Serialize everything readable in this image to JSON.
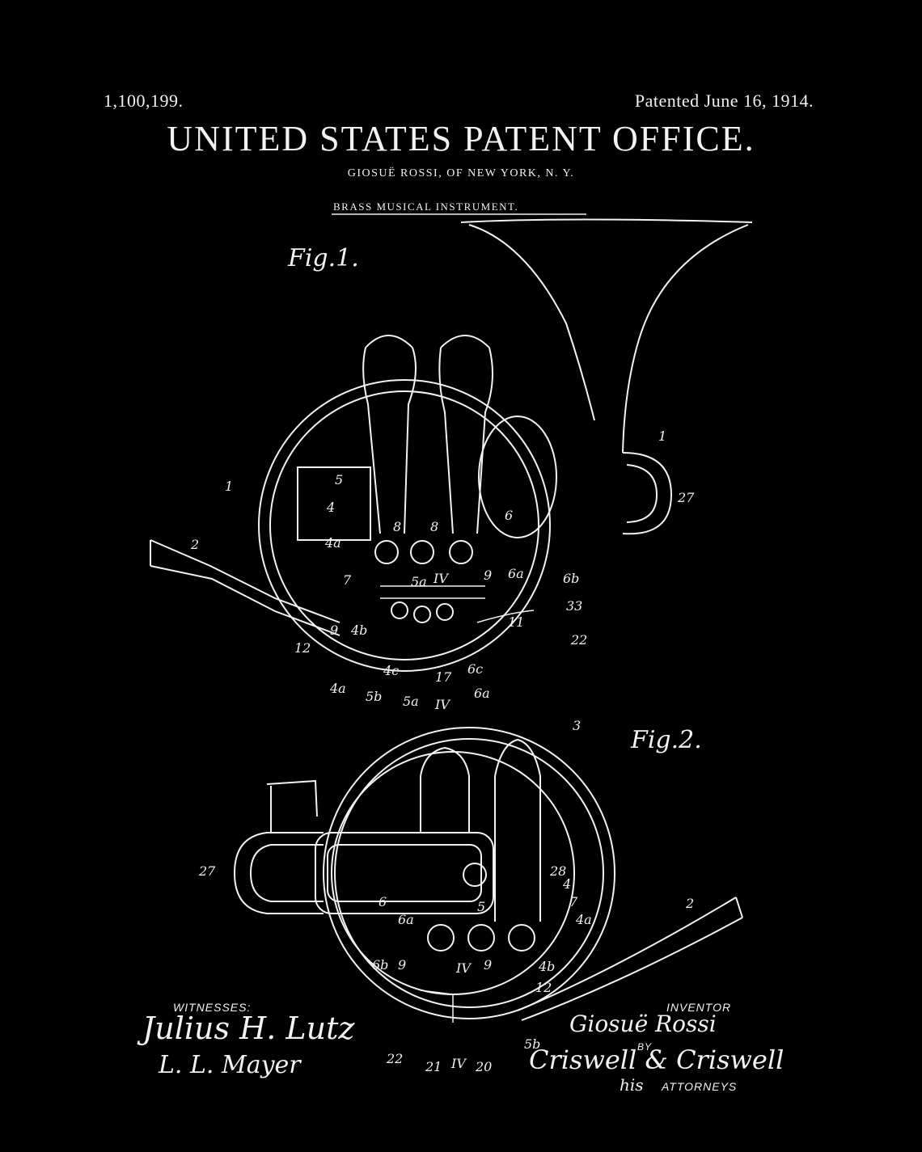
{
  "header": {
    "patent_number": "1,100,199.",
    "patent_date": "Patented June 16, 1914.",
    "office_title": "UNITED STATES PATENT OFFICE.",
    "inventor_line": "GIOSUË ROSSI, OF NEW YORK, N. Y.",
    "invention_title": "BRASS MUSICAL INSTRUMENT."
  },
  "figures": {
    "fig1": "Fig.1.",
    "fig2": "Fig.2."
  },
  "signatures": {
    "witnesses_label": "WITNESSES:",
    "witness_1": "Julius H. Lutz",
    "witness_2": "L. L. Mayer",
    "inventor_label": "INVENTOR",
    "inventor_signature": "Giosuë Rossi",
    "by_label": "BY",
    "attorney_signature": "Criswell & Criswell",
    "attorney_sub": "his",
    "attorneys_label": "ATTORNEYS"
  },
  "fig1_refs": [
    "1",
    "1",
    "27",
    "2",
    "5",
    "4",
    "4a",
    "6",
    "8",
    "8",
    "7",
    "9",
    "5a",
    "IV",
    "9",
    "6a",
    "6b",
    "33",
    "11",
    "22",
    "12",
    "4b",
    "4a",
    "4c",
    "17",
    "6c",
    "5b",
    "5a",
    "6a",
    "IV"
  ],
  "fig2_refs": [
    "3",
    "27",
    "28",
    "4",
    "6",
    "7",
    "4a",
    "2",
    "6a",
    "5",
    "6b",
    "9",
    "IV",
    "9",
    "4b",
    "12",
    "22",
    "21",
    "IV",
    "20",
    "5b"
  ],
  "colors": {
    "background": "#000000",
    "ink": "#f2f2f2"
  }
}
